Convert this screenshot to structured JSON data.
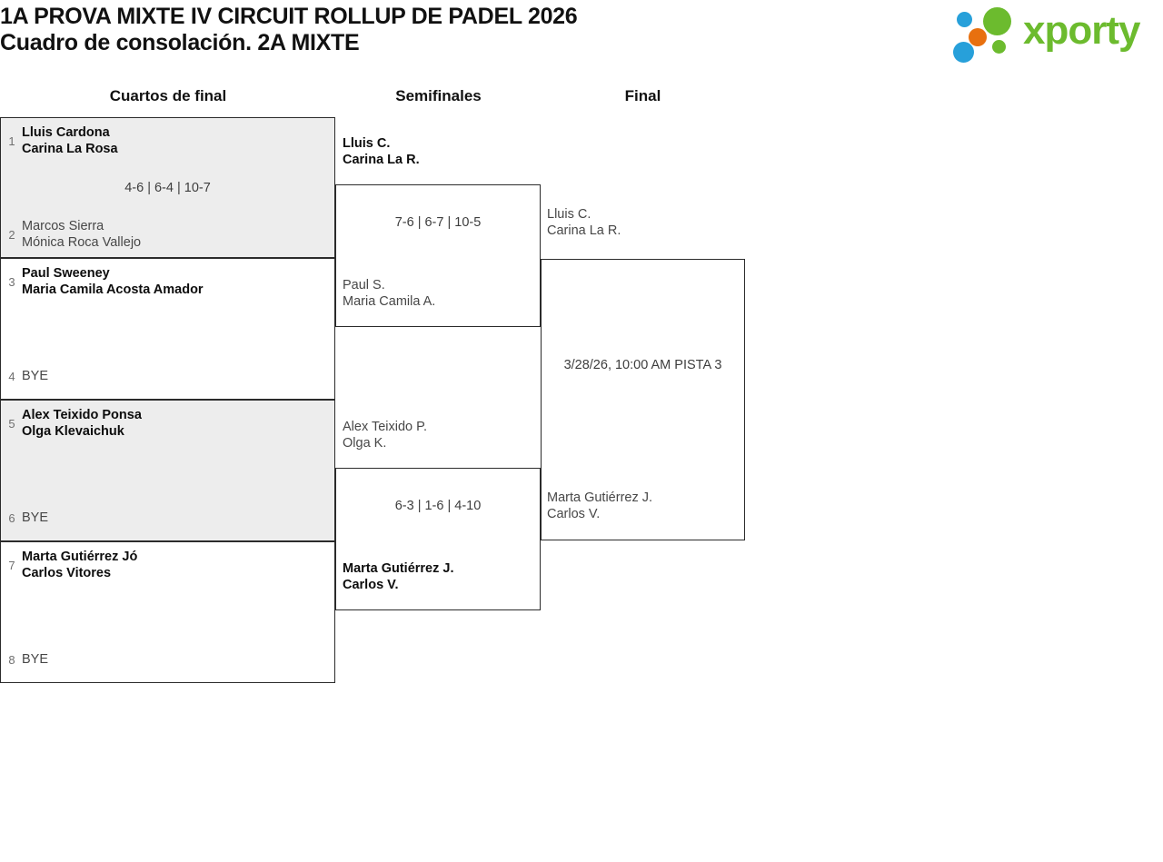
{
  "header": {
    "title_line1": "1A PROVA MIXTE IV CIRCUIT ROLLUP DE PADEL 2026",
    "title_line2": "Cuadro de consolación. 2A MIXTE",
    "logo_text": "xporty",
    "logo_colors": {
      "green": "#6cbb2e",
      "orange": "#e8700f",
      "blue": "#27a0da"
    }
  },
  "rounds": [
    {
      "label": "Cuartos de final"
    },
    {
      "label": "Semifinales"
    },
    {
      "label": "Final"
    }
  ],
  "quarterfinals": [
    {
      "score": "4-6 | 6-4 | 10-7",
      "shaded": true,
      "top": {
        "seed": "1",
        "p1": "Lluis Cardona",
        "p2": "Carina La Rosa",
        "winner": true
      },
      "bottom": {
        "seed": "2",
        "p1": "Marcos Sierra",
        "p2": "Mónica Roca Vallejo",
        "winner": false
      }
    },
    {
      "score": "",
      "shaded": false,
      "top": {
        "seed": "3",
        "p1": "Paul Sweeney",
        "p2": "Maria Camila Acosta Amador",
        "winner": true
      },
      "bottom": {
        "seed": "4",
        "p1": "BYE",
        "p2": "",
        "winner": false
      }
    },
    {
      "score": "",
      "shaded": true,
      "top": {
        "seed": "5",
        "p1": "Alex Teixido Ponsa",
        "p2": "Olga Klevaichuk",
        "winner": true
      },
      "bottom": {
        "seed": "6",
        "p1": "BYE",
        "p2": "",
        "winner": false
      }
    },
    {
      "score": "",
      "shaded": false,
      "top": {
        "seed": "7",
        "p1": "Marta Gutiérrez Jó",
        "p2": "Carlos Vitores",
        "winner": true
      },
      "bottom": {
        "seed": "8",
        "p1": "BYE",
        "p2": "",
        "winner": false
      }
    }
  ],
  "semifinals": [
    {
      "score": "7-6 | 6-7 | 10-5",
      "top": {
        "p1": "Lluis C.",
        "p2": "Carina La R.",
        "winner": true
      },
      "bottom": {
        "p1": "Paul S.",
        "p2": "Maria Camila A.",
        "winner": false
      }
    },
    {
      "score": "6-3 | 1-6 | 4-10",
      "top": {
        "p1": "Alex Teixido P.",
        "p2": "Olga K.",
        "winner": false
      },
      "bottom": {
        "p1": "Marta Gutiérrez J.",
        "p2": "Carlos V.",
        "winner": true
      }
    }
  ],
  "final": {
    "match_info": "3/28/26, 10:00 AM PISTA 3",
    "top": {
      "p1": "Lluis C.",
      "p2": "Carina La R.",
      "winner": false
    },
    "bottom": {
      "p1": "Marta Gutiérrez J.",
      "p2": "Carlos V.",
      "winner": false
    }
  }
}
